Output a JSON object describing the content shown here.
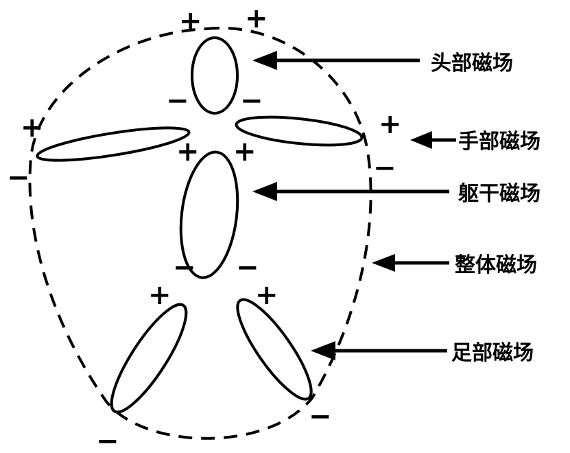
{
  "labels": {
    "head": "头部磁场",
    "hand": "手部磁场",
    "torso": "躯干磁场",
    "whole": "整体磁场",
    "foot": "足部磁场"
  },
  "signs": {
    "plus": "+",
    "minus": "−"
  }
}
